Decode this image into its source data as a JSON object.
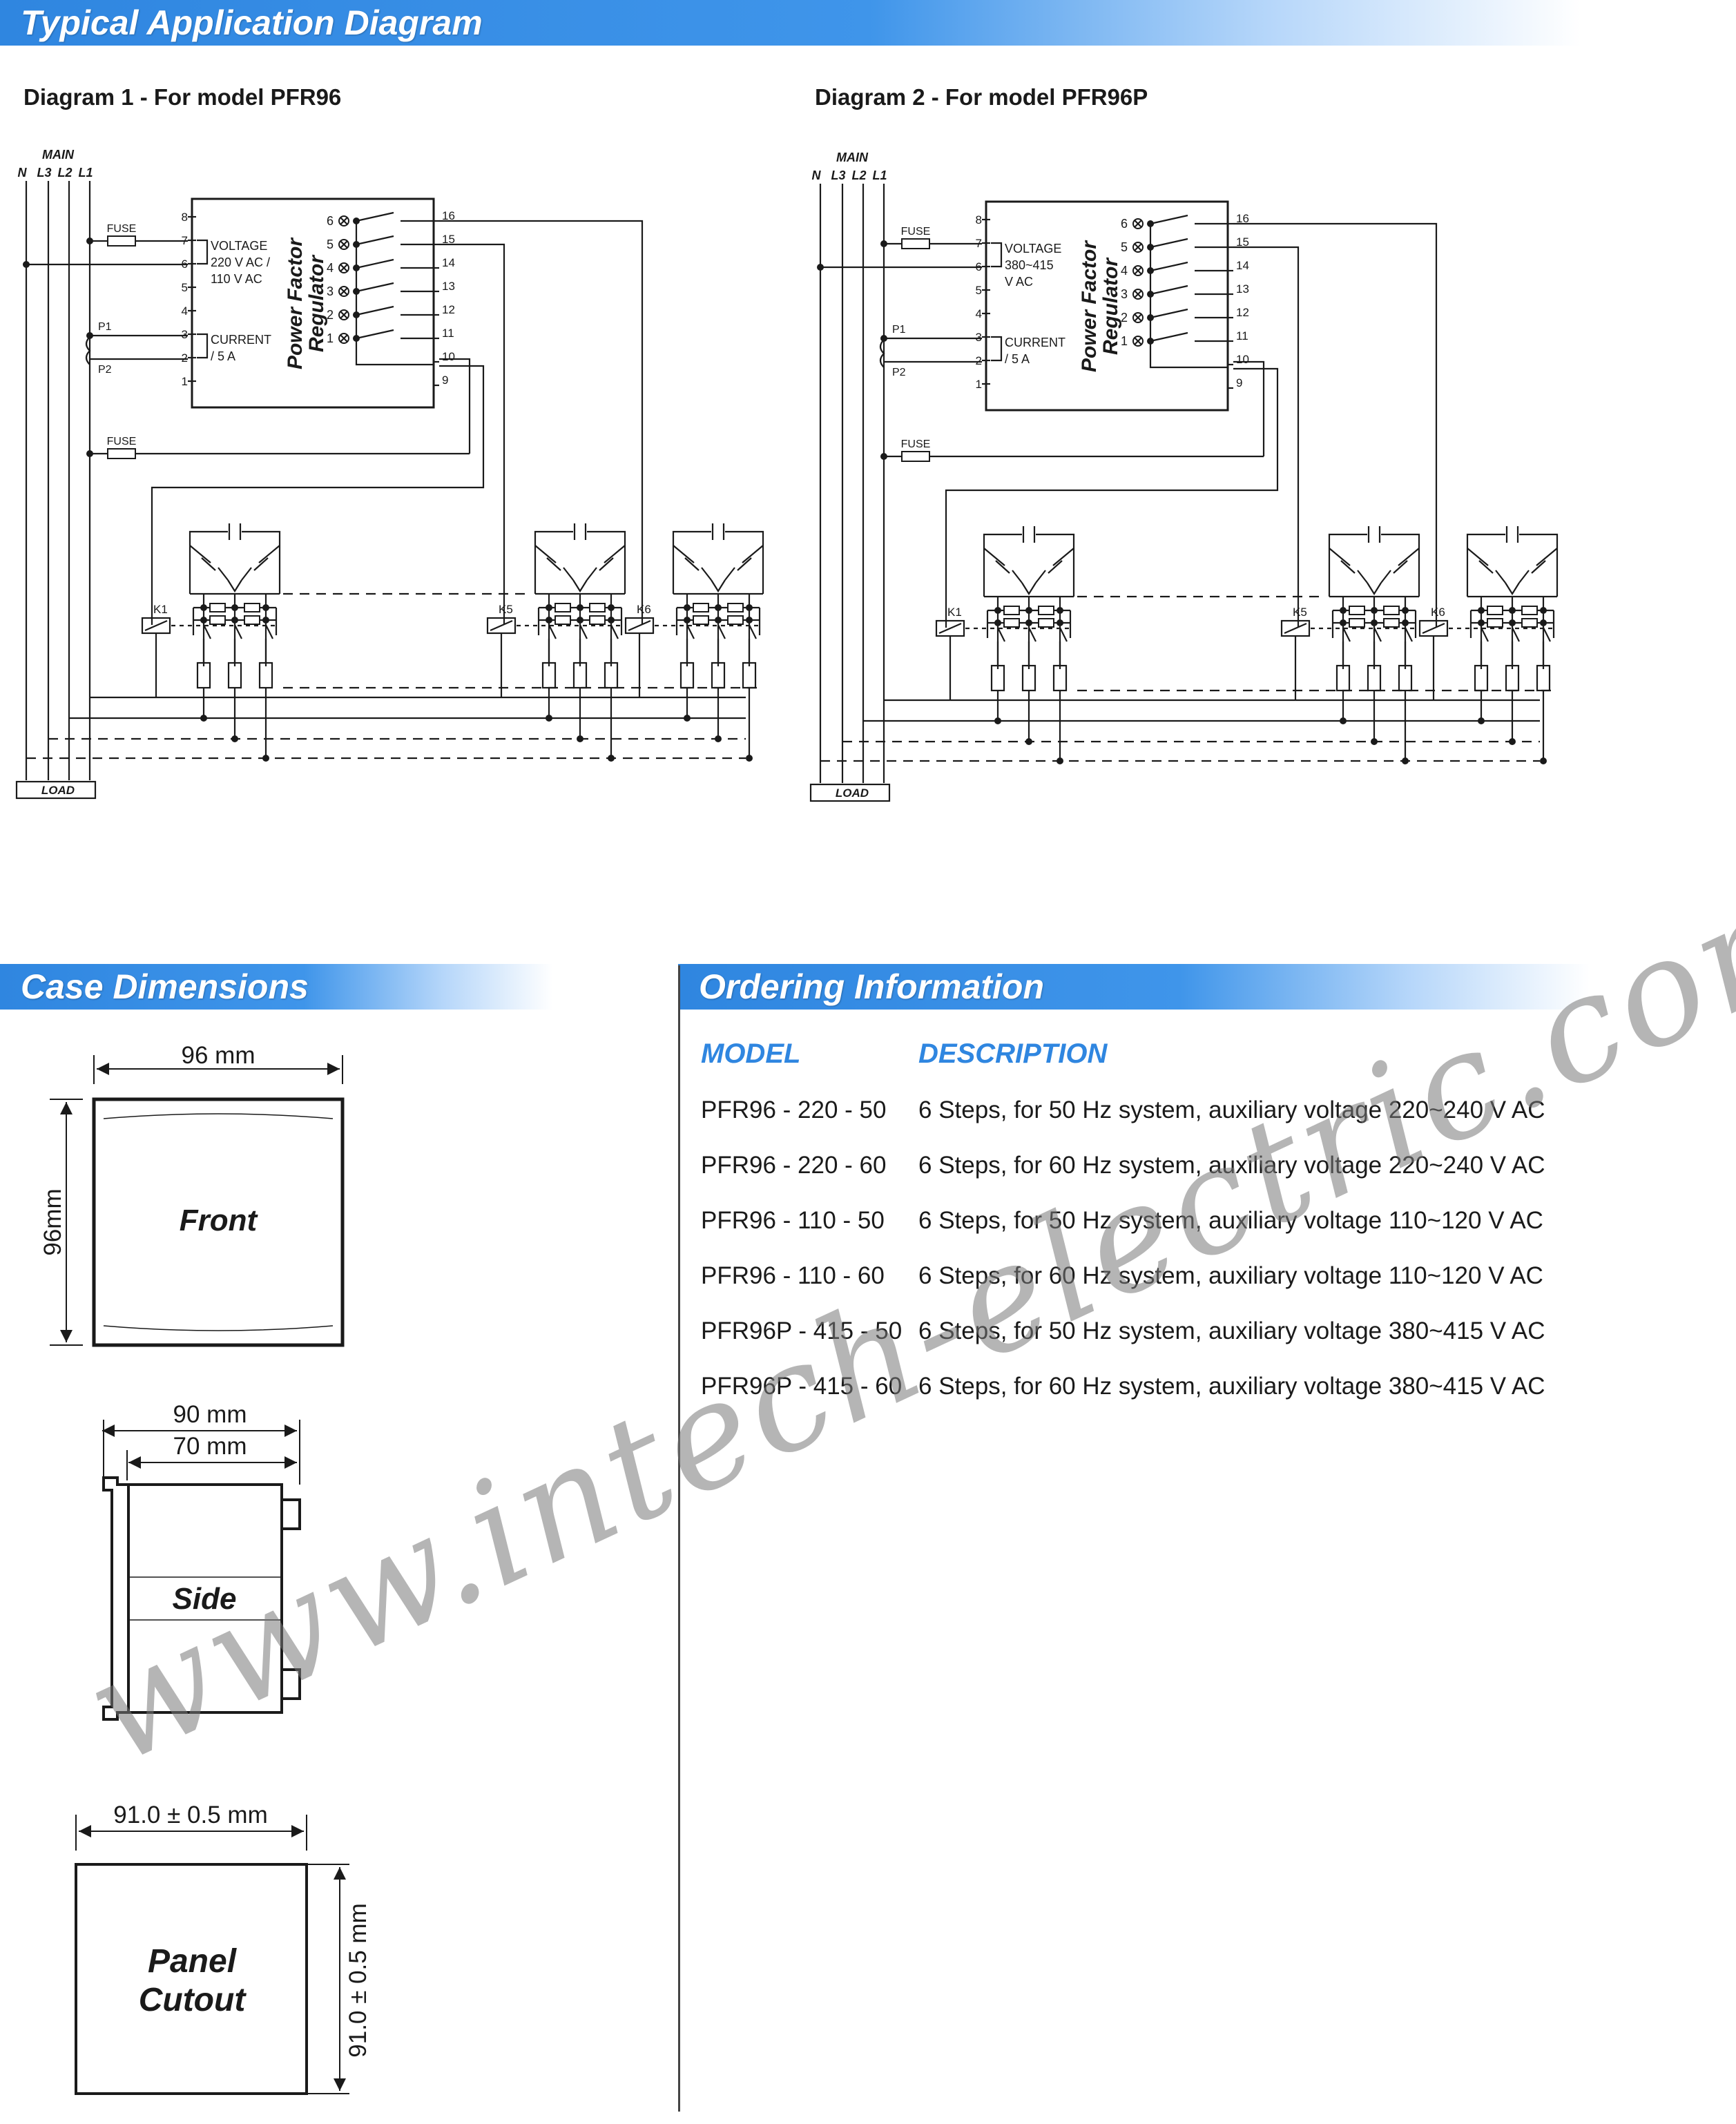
{
  "headers": {
    "typical": "Typical Application Diagram",
    "case": "Case Dimensions",
    "ordering": "Ordering Information"
  },
  "diagram1": {
    "title": "Diagram 1 - For model PFR96",
    "voltage_lines": [
      "VOLTAGE",
      "220 V AC /",
      "110 V AC"
    ]
  },
  "diagram2": {
    "title": "Diagram 2 - For model PFR96P",
    "voltage_lines": [
      "VOLTAGE",
      "380~415",
      "V AC"
    ]
  },
  "diagram_common": {
    "main": "MAIN",
    "phases": [
      "N",
      "L3",
      "L2",
      "L1"
    ],
    "fuse": "FUSE",
    "p1": "P1",
    "p2": "P2",
    "current_lines": [
      "CURRENT",
      "/ 5 A"
    ],
    "regulator_lines": [
      "Power Factor",
      "Regulator"
    ],
    "left_terminals": [
      "8",
      "7",
      "6",
      "5",
      "4",
      "3",
      "2",
      "1"
    ],
    "step_numbers": [
      "6",
      "5",
      "4",
      "3",
      "2",
      "1"
    ],
    "right_terminals": [
      "16",
      "15",
      "14",
      "13",
      "12",
      "11",
      "10",
      "9"
    ],
    "contactors": [
      "K1",
      "K5",
      "K6"
    ],
    "load": "LOAD"
  },
  "case": {
    "front_width": "96 mm",
    "front_height": "96mm",
    "front_label": "Front",
    "side_depth_total": "90 mm",
    "side_depth_inner": "70 mm",
    "side_label": "Side",
    "cutout_width": "91.0 ± 0.5 mm",
    "cutout_height": "91.0 ± 0.5 mm",
    "cutout_label_1": "Panel",
    "cutout_label_2": "Cutout"
  },
  "ordering": {
    "col_model": "MODEL",
    "col_description": "DESCRIPTION",
    "rows": [
      {
        "model": "PFR96 - 220 - 50",
        "description": "6 Steps, for 50 Hz system, auxiliary voltage 220~240 V AC"
      },
      {
        "model": "PFR96 - 220 - 60",
        "description": "6 Steps, for 60 Hz system, auxiliary voltage 220~240 V AC"
      },
      {
        "model": "PFR96 - 110 - 50",
        "description": "6 Steps, for 50 Hz system, auxiliary voltage 110~120 V AC"
      },
      {
        "model": "PFR96 - 110 - 60",
        "description": "6 Steps, for 60 Hz system, auxiliary voltage 110~120 V AC"
      },
      {
        "model": "PFR96P - 415 - 50",
        "description": "6 Steps, for 50 Hz system, auxiliary voltage 380~415 V AC"
      },
      {
        "model": "PFR96P - 415 - 60",
        "description": "6 Steps, for 60 Hz system, auxiliary voltage 380~415 V AC"
      }
    ]
  },
  "watermark": "www.intech-electric.com.my",
  "colors": {
    "accent": "#2f86e0",
    "line": "#1a1a1a"
  }
}
